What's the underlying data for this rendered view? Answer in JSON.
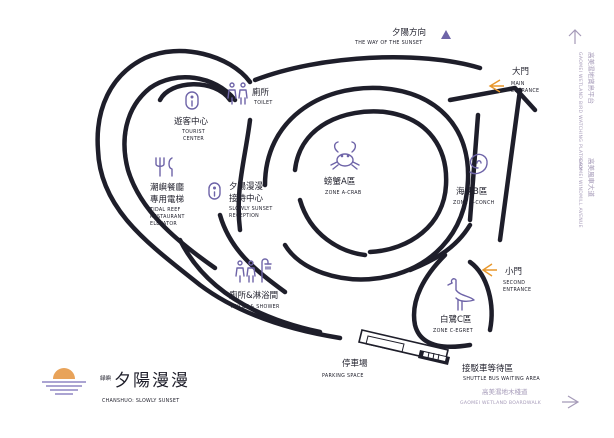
{
  "colors": {
    "path": "#1e1e2a",
    "icon": "#6e64a8",
    "arrow_orange": "#e8972b",
    "side_text": "#a59ab8",
    "logo_sun": "#e8a35a",
    "logo_waves": "#8f86c4"
  },
  "direction": {
    "cn": "夕陽方向",
    "en": "THE WAY OF THE SUNSET"
  },
  "main_entrance": {
    "cn": "大門",
    "en1": "MAIN",
    "en2": "ENTRANCE"
  },
  "second_entrance": {
    "cn": "小門",
    "en1": "SECOND",
    "en2": "ENTRANCE"
  },
  "toilet": {
    "cn": "廁所",
    "en": "TOILET"
  },
  "tourist_center": {
    "cn": "遊客中心",
    "en1": "TOURIST",
    "en2": "CENTER"
  },
  "restaurant": {
    "cn1": "潮嶼餐廳",
    "cn2": "專用電梯",
    "en1": "TIDAL REEF",
    "en2": "RESTAURANT",
    "en3": "ELEVATOR"
  },
  "reception": {
    "cn1": "夕陽漫漫",
    "cn2": "接待中心",
    "en1": "SLOWLY SUNSET",
    "en2": "RECEPTION"
  },
  "zone_a": {
    "cn": "螃蟹A區",
    "en": "ZONE A-CRAB"
  },
  "zone_b": {
    "cn": "海螺B區",
    "en": "ZONE B-CONCH"
  },
  "zone_c": {
    "cn": "白鷺C區",
    "en": "ZONE C-EGRET"
  },
  "toilet_shower": {
    "cn": "廁所&淋浴間",
    "en": "TOILET & SHOWER"
  },
  "parking": {
    "cn": "停車場",
    "en": "PARKING SPACE"
  },
  "shuttle": {
    "cn": "接駁車等待區",
    "en": "SHUTTLE BUS WAITING AREA"
  },
  "bird_platform": {
    "cn": "高美濕地賞鳥平台",
    "en": "GAOMEI WETLAND BIRD WATCHING PLATFORM"
  },
  "windmill_avenue": {
    "cn": "高美風車大道",
    "en": "GAOMEI WINDMILL AVENUE"
  },
  "boardwalk": {
    "cn": "高美濕地木棧道",
    "en": "GAOMEI WETLAND BOARDWALK"
  },
  "logo": {
    "cn_small": "緑嶼",
    "cn_big": "夕陽漫漫",
    "en": "CHANSHUO: SLOWLY SUNSET"
  },
  "icons": [
    "triangle-icon",
    "arrow-icon",
    "info-icon",
    "toilet-icon",
    "restaurant-icon",
    "crab-icon",
    "conch-icon",
    "egret-icon",
    "shower-icon",
    "sun-logo-icon"
  ]
}
